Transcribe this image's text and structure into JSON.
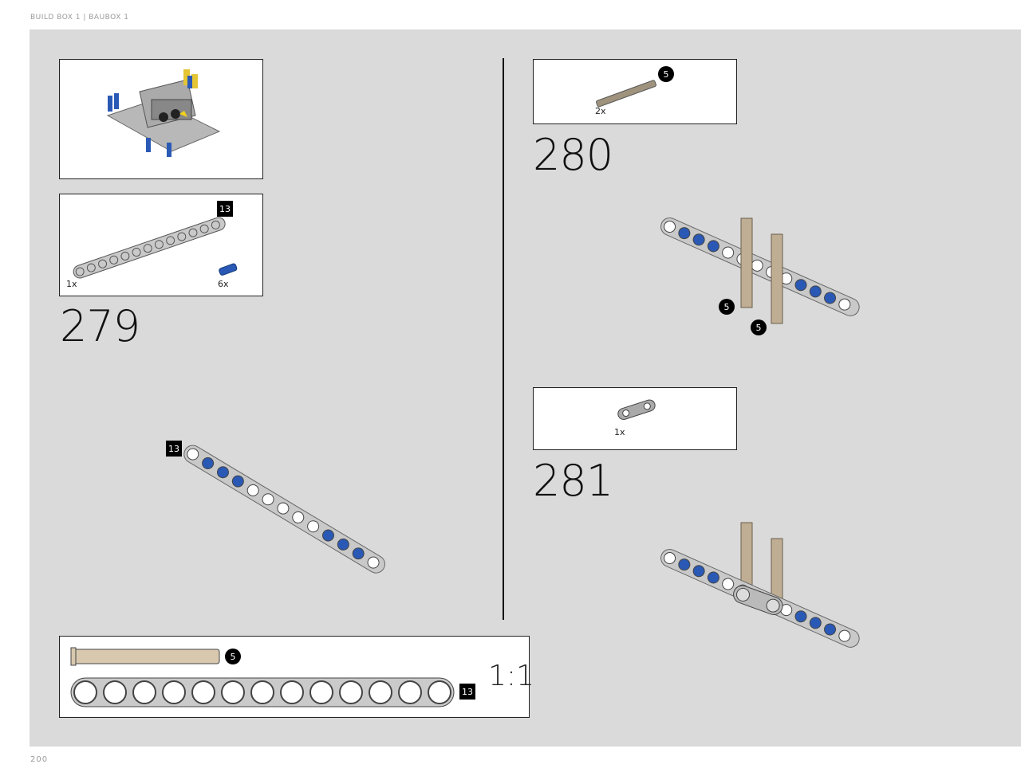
{
  "header": {
    "text": "BUILD BOX 1  |  BAUBOX 1"
  },
  "footer": {
    "page_number": "200"
  },
  "steps": [
    {
      "number": "279",
      "parts": [
        {
          "qty": "1x",
          "badge": "13"
        },
        {
          "qty": "6x"
        }
      ],
      "callouts": [
        "13"
      ]
    },
    {
      "number": "280",
      "parts": [
        {
          "qty": "2x",
          "badge": "5"
        }
      ],
      "callouts": [
        "5",
        "5"
      ]
    },
    {
      "number": "281",
      "parts": [
        {
          "qty": "1x"
        }
      ]
    }
  ],
  "scale_box": {
    "axle_badge": "5",
    "beam_badge": "13",
    "scale_label": "1:1"
  },
  "colors": {
    "background": "#d9dad9",
    "beam_gray": "#c8c9c8",
    "pin_blue": "#1d4fa0",
    "axle_tan": "#bfae94"
  },
  "icons": [
    "engine-subassembly-image",
    "beam-13-icon",
    "blue-pin-icon",
    "axle-5-icon",
    "connector-icon"
  ]
}
